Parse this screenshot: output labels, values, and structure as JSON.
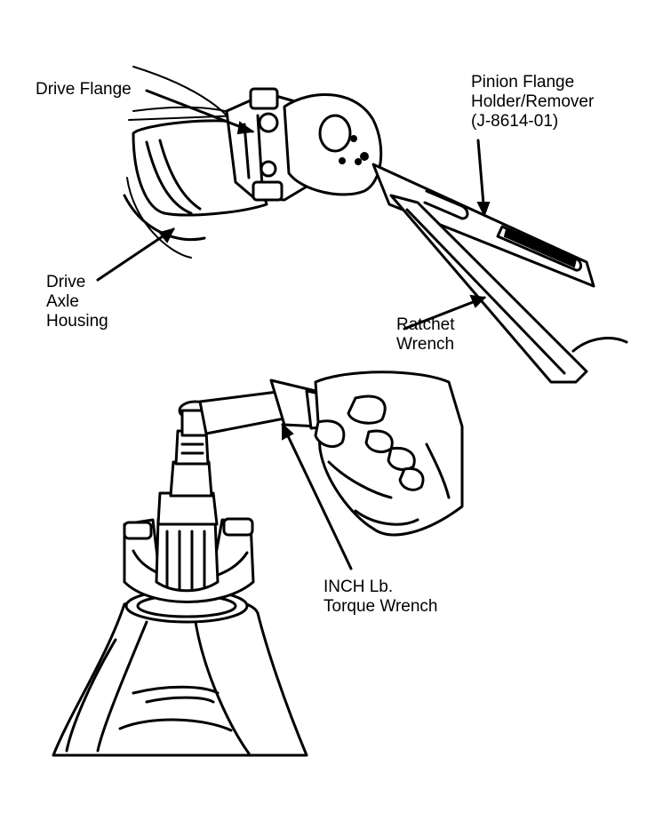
{
  "labels": {
    "drive_flange": "Drive Flange",
    "pinion_flange_holder": "Pinion Flange\nHolder/Remover\n(J-8614-01)",
    "drive_axle_housing": "Drive\nAxle\nHousing",
    "ratchet_wrench": "Ratchet\nWrench",
    "inch_lb_torque_wrench": "INCH Lb.\nTorque Wrench"
  }
}
